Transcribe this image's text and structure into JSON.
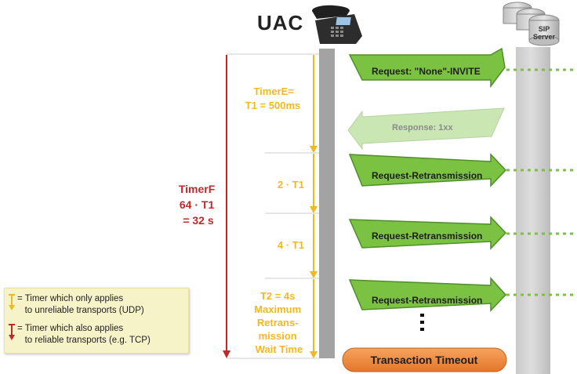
{
  "uac_label": "UAC",
  "server_label": "SIP Server",
  "timerF": {
    "lines": [
      "TimerF",
      "64 · T1",
      "= 32 s"
    ]
  },
  "timerE": {
    "lines": [
      "TimerE=",
      "T1 = 500ms"
    ]
  },
  "interval_2": "2 · T1",
  "interval_3": "4 · T1",
  "timerT2": {
    "lines": [
      "T2 = 4s",
      "Maximum",
      "Retrans-",
      "mission",
      "Wait Time"
    ]
  },
  "messages": {
    "request": "Request: \"None\"-INVITE",
    "response": "Response: 1xx",
    "retrans_1": "Request-Retransmission",
    "retrans_2": "Request-Retransmission",
    "retrans_3": "Request-Retransmission"
  },
  "timeout_label": "Transaction Timeout",
  "legend": {
    "yellow_line1": "= Timer which only applies",
    "yellow_line2": "to unreliable transports (UDP)",
    "red_line1": "= Timer which also applies",
    "red_line2": "to reliable transports (e.g. TCP)"
  },
  "colors": {
    "timer_yellow": "#f2b824",
    "timer_red": "#c0282a",
    "message_green": "#7cc242",
    "message_green_dark": "#4e8f2a",
    "lifeline_gray": "#9a9a9a",
    "timeout_orange": "#ef8a3a"
  },
  "icons": {
    "uac": "desk-phone-icon",
    "server": "server-stack-icon"
  }
}
